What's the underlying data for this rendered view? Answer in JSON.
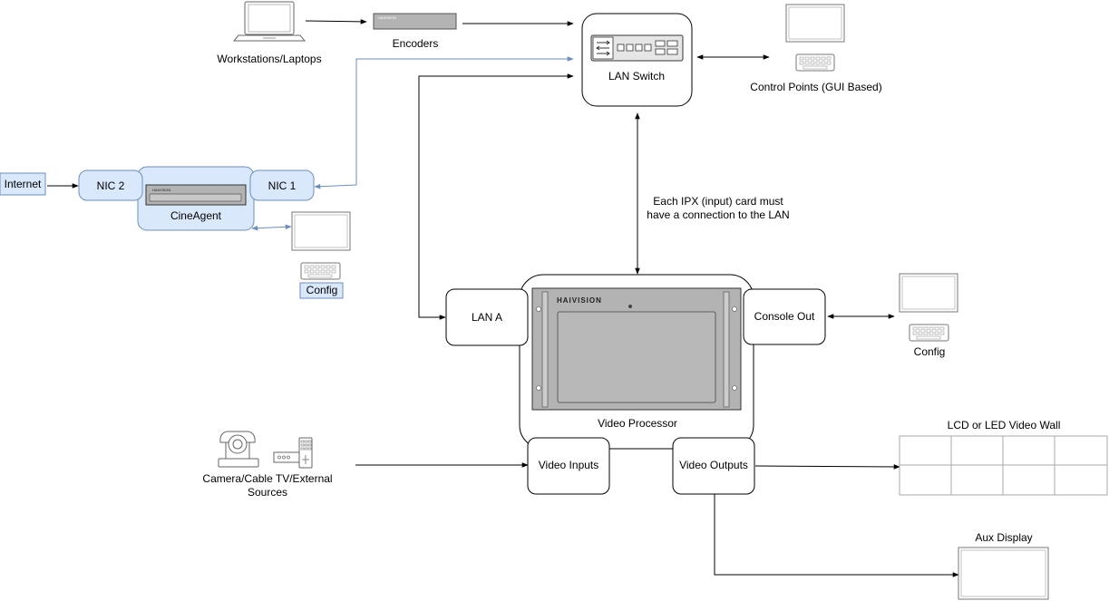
{
  "nodes": {
    "workstations": "Workstations/Laptops",
    "encoders": "Encoders",
    "lan_switch": "LAN Switch",
    "control_points": "Control Points (GUI Based)",
    "internet": "Internet",
    "nic2": "NIC 2",
    "nic1": "NIC 1",
    "cineagent": "CineAgent",
    "config_cineagent": "Config",
    "lan_a": "LAN A",
    "console_out": "Console Out",
    "config_console": "Config",
    "video_processor": "Video Processor",
    "video_inputs": "Video Inputs",
    "video_outputs": "Video Outputs",
    "video_wall": "LCD or LED Video Wall",
    "aux_display": "Aux Display",
    "sources_line1": "Camera/Cable TV/External",
    "sources_line2": "Sources"
  },
  "annotations": {
    "ipx_line1": "Each IPX (input) card must",
    "ipx_line2": "have a connection to the LAN"
  },
  "brand": {
    "device_logo": "HAIVISION"
  },
  "colors": {
    "line_default": "#000000",
    "line_blue": "#6c8ebf",
    "blue_fill": "#dae8fc",
    "blue_stroke": "#6c8ebf",
    "device_gray": "#b3b3b3"
  }
}
